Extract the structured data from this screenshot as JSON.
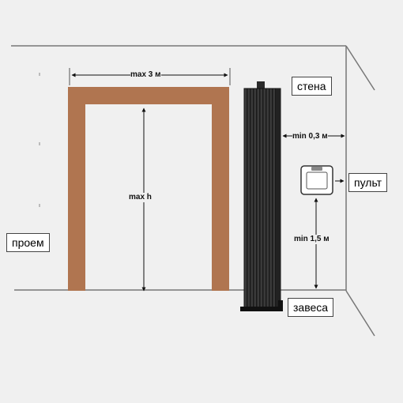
{
  "labels": {
    "opening": "проем",
    "wall": "стена",
    "remote": "пульт",
    "curtain": "завеса"
  },
  "dimensions": {
    "max_width": "max 3 м",
    "max_height": "max h",
    "min_wall_gap": "min 0,3 м",
    "min_remote_height": "min 1,5 м"
  },
  "colors": {
    "background": "#f0f0f0",
    "frame": "#b07550",
    "curtain_body": "#2e2e2e",
    "lines": "#666666"
  }
}
